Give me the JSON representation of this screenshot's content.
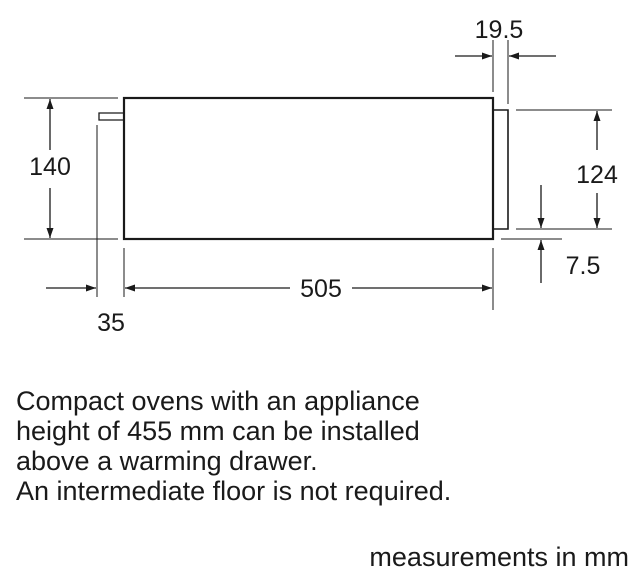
{
  "diagram": {
    "dimensions": {
      "height_total": "140",
      "height_front": "124",
      "depth": "505",
      "front_thickness": "19.5",
      "front_offset": "7.5",
      "rear_offset": "35"
    }
  },
  "note": {
    "lines": [
      "Compact ovens with an appliance",
      "height of 455 mm can be installed",
      "above a warming drawer.",
      "An intermediate floor is not required."
    ]
  },
  "units_label": "measurements in mm"
}
